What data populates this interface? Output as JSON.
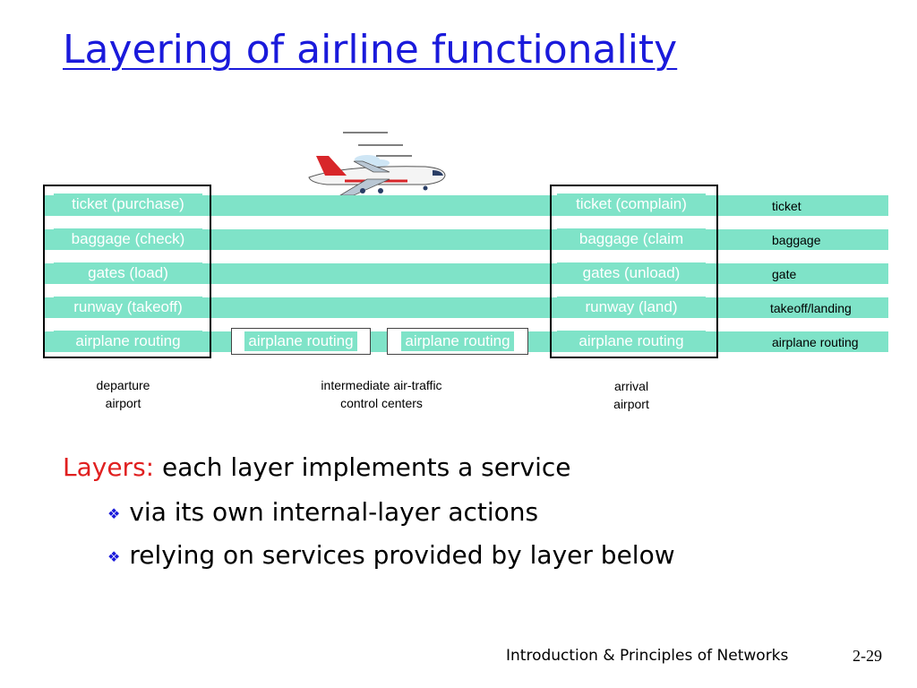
{
  "title": "Layering of airline functionality",
  "departure": {
    "cells": [
      "ticket (purchase)",
      "baggage (check)",
      "gates (load)",
      "runway (takeoff)",
      "airplane routing"
    ],
    "caption": [
      "departure",
      "airport"
    ]
  },
  "intermediate": {
    "cells": [
      "airplane routing",
      "airplane routing"
    ],
    "caption": [
      "intermediate air-traffic",
      "control centers"
    ]
  },
  "arrival": {
    "cells": [
      "ticket (complain)",
      "baggage (claim",
      "gates (unload)",
      "runway (land)",
      "airplane routing"
    ],
    "caption": [
      "arrival",
      "airport"
    ]
  },
  "layer_labels": [
    "ticket",
    "baggage",
    "gate",
    "takeoff/landing",
    "airplane routing"
  ],
  "body": {
    "keyword": "Layers:",
    "headline": "each layer implements a service",
    "bullets": [
      "via its own internal-layer actions",
      "relying on services provided by layer below"
    ]
  },
  "footer": {
    "course": "Introduction & Principles of Networks",
    "page": "2-29"
  },
  "colors": {
    "title": "#1a1adb",
    "layer_band": "#7fe3c8",
    "keyword": "#e02020",
    "bullet": "#1a1adb"
  },
  "icons": [
    "airplane-icon",
    "diamond-bullet-icon"
  ]
}
